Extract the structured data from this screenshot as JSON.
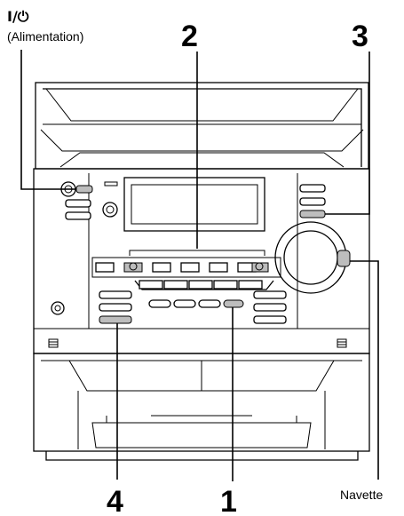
{
  "callouts": {
    "power_symbol": "I/⏻",
    "power_label": "(Alimentation)",
    "num_1": "1",
    "num_2": "2",
    "num_3": "3",
    "num_4": "4",
    "navette_label": "Navette"
  },
  "colors": {
    "line": "#000000",
    "highlight": "#bdbdbd",
    "background": "#ffffff"
  },
  "icons": [
    "power-icon",
    "jog-dial-icon",
    "speaker-grille-icon"
  ]
}
